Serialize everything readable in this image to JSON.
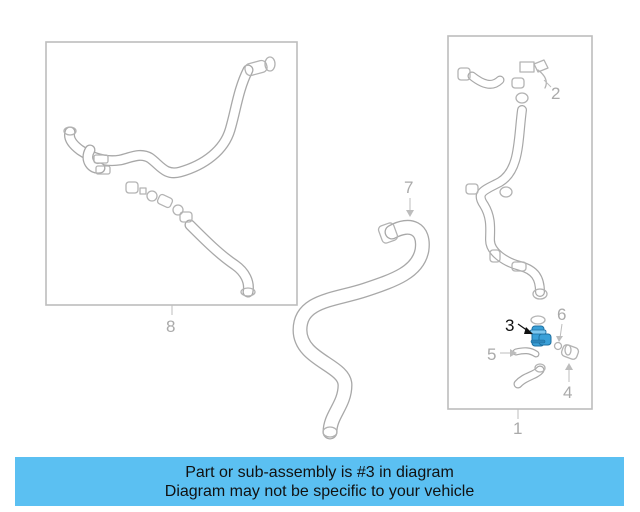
{
  "diagram": {
    "callouts": [
      {
        "id": "1",
        "label": "1",
        "highlighted": false
      },
      {
        "id": "2",
        "label": "2",
        "highlighted": false
      },
      {
        "id": "3",
        "label": "3",
        "highlighted": true
      },
      {
        "id": "4",
        "label": "4",
        "highlighted": false
      },
      {
        "id": "5",
        "label": "5",
        "highlighted": false
      },
      {
        "id": "6",
        "label": "6",
        "highlighted": false
      },
      {
        "id": "7",
        "label": "7",
        "highlighted": false
      },
      {
        "id": "8",
        "label": "8",
        "highlighted": false
      }
    ],
    "highlight_color": "#3aa0d8",
    "line_color": "#b3b3b3"
  },
  "banner": {
    "line1": "Part or sub-assembly is #3 in diagram",
    "line2": "Diagram may not be specific to your vehicle",
    "background": "#5bc0f2"
  }
}
